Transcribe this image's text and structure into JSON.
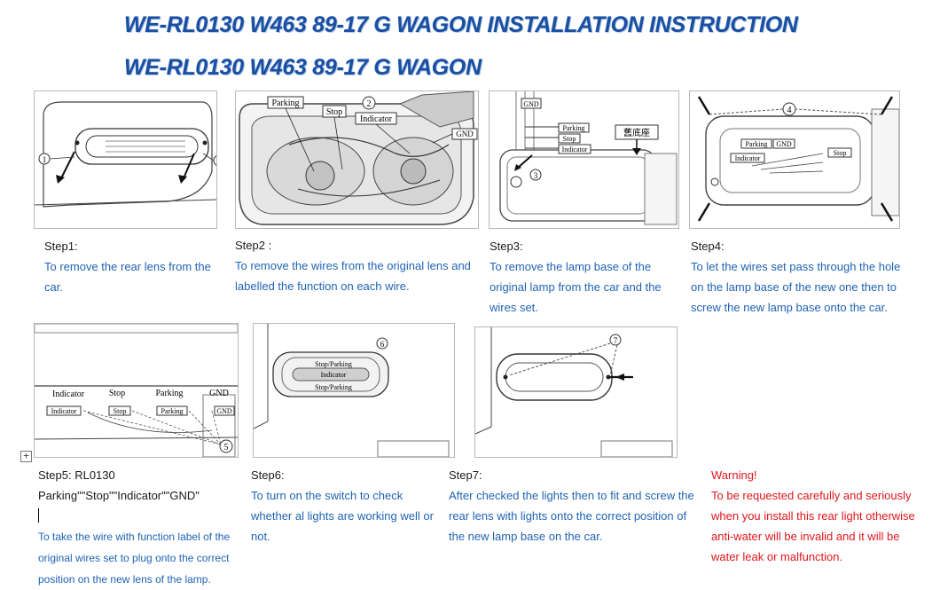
{
  "titles": {
    "main": "WE-RL0130 W463 89-17 G WAGON INSTALLATION INSTRUCTION",
    "sub": "WE-RL0130 W463 89-17 G WAGON"
  },
  "diagram_labels": {
    "parking": "Parking",
    "stop": "Stop",
    "indicator": "Indicator",
    "gnd": "GND",
    "stop_parking": "Stop/Parking",
    "old_base": "舊底座",
    "n1": "1",
    "n2": "2",
    "n3": "3",
    "n4": "4",
    "n5": "5",
    "n6": "6",
    "n7": "7"
  },
  "steps": [
    {
      "head": "Step1:",
      "body": "To remove the rear lens from the car."
    },
    {
      "head": "Step2 :",
      "body": "To remove the wires from the original lens and labelled the function on each wire."
    },
    {
      "head": "Step3:",
      "body": "To remove the lamp base of the original lamp from the car and the wires set."
    },
    {
      "head": "Step4:",
      "body": "To let the wires set pass through the hole on the lamp base of the new one then to screw the new lamp base onto the car."
    },
    {
      "head": "Step5: RL0130",
      "subline": "Parking\"\"Stop\"\"Indicator\"\"GND\"",
      "body": "To take the wire with function label of the original wires set to plug onto the correct position on the new lens of the lamp."
    },
    {
      "head": "Step6:",
      "body": "To turn on the switch to check whether al lights are working well or not."
    },
    {
      "head": "Step7:",
      "body": "After checked the lights then to fit and screw the rear lens with lights onto the correct position of the new lamp base on the car."
    },
    {
      "head": "Warning!",
      "body": "To be requested carefully and seriously when you install this rear light otherwise anti-water will be invalid and it will be water leak or malfunction."
    }
  ],
  "colors": {
    "title": "#1b4fa0",
    "body_text": "#1f63b4",
    "warning": "#e0161b"
  },
  "icons": {
    "table_handle": "move-handle-icon"
  }
}
